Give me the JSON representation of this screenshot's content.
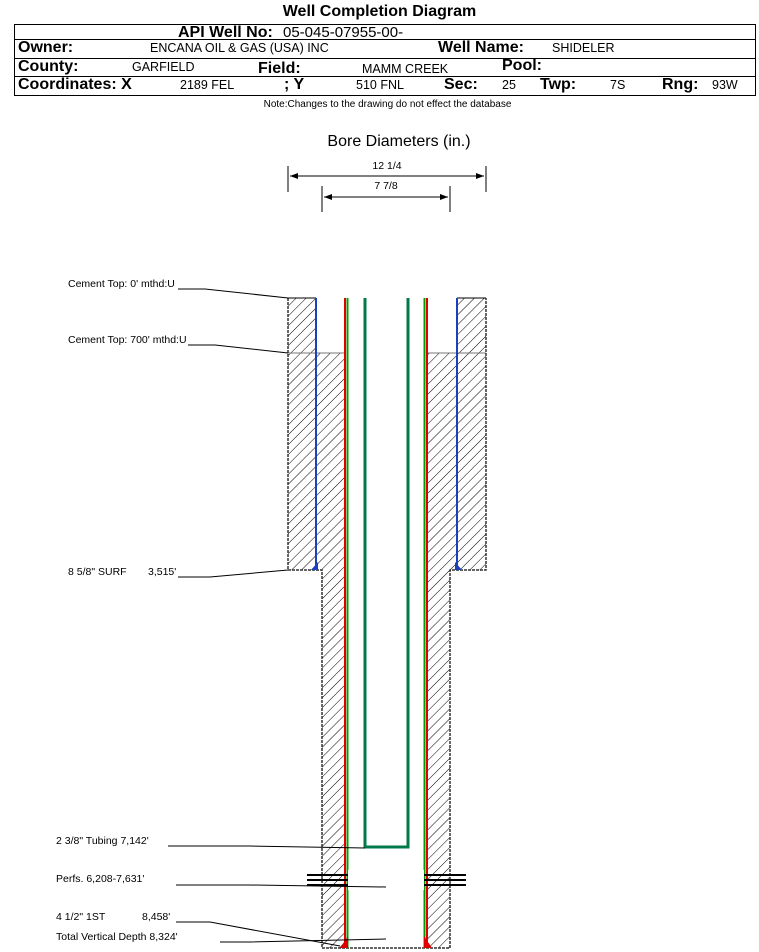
{
  "title": "Well Completion Diagram",
  "header": {
    "api_label": "API Well No:",
    "api_value": "05-045-07955-00-",
    "owner_label": "Owner:",
    "owner_value": "ENCANA OIL & GAS (USA) INC",
    "well_name_label": "Well Name:",
    "well_name_value": "SHIDELER",
    "county_label": "County:",
    "county_value": "GARFIELD",
    "field_label": "Field:",
    "field_value": "MAMM CREEK",
    "pool_label": "Pool:",
    "coord_x_label": "Coordinates: X",
    "coord_x_value": "2189 FEL",
    "coord_y_label": "; Y",
    "coord_y_value": "510 FNL",
    "sec_label": "Sec:",
    "sec_value": "25",
    "twp_label": "Twp:",
    "twp_value": "7S",
    "rng_label": "Rng:",
    "rng_value": "93W"
  },
  "note": "Note:Changes to the drawing do not effect the database",
  "bore": {
    "title": "Bore Diameters (in.)",
    "outer": "12 1/4",
    "inner": "7 7/8"
  },
  "labels": {
    "cement_top_1": "Cement Top: 0' mthd:U",
    "cement_top_2": "Cement Top: 700' mthd:U",
    "surface_casing": "8 5/8\" SURF",
    "surface_depth": "3,515'",
    "tubing": "2 3/8\" Tubing 7,142'",
    "perfs": "Perfs. 6,208-7,631'",
    "production_casing": "4 1/2\" 1ST",
    "production_depth": "8,458'",
    "tvd": "Total Vertical Depth 8,324'"
  },
  "colors": {
    "surface_casing": "#1a3fc0",
    "production_casing": "#e00000",
    "tubing": "#007a4a"
  }
}
